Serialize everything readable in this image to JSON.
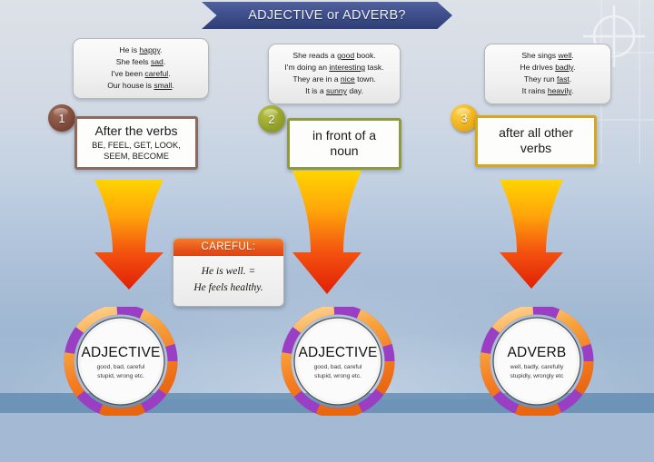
{
  "header": {
    "title": "ADJECTIVE or ADVERB?"
  },
  "colors": {
    "banner": "#3f4f8c",
    "rule1_border": "#8c6a5d",
    "rule2_border": "#8d9a3e",
    "rule3_border": "#d6a81d",
    "badge1": "#7a4434",
    "badge2": "#8c9a26",
    "badge3": "#e8a915",
    "careful_header": "#e8551a",
    "arrow_top": "#ffd200",
    "arrow_bottom": "#e82c0c",
    "circle_ring": "#f58220",
    "circle_accent": "#9a3fc4",
    "background_band": "#5b87ad"
  },
  "columns": [
    {
      "example_lines": [
        {
          "pre": "He is ",
          "mark": "happy",
          "post": "."
        },
        {
          "pre": "She feels ",
          "mark": "sad",
          "post": "."
        },
        {
          "pre": "I've been ",
          "mark": "careful",
          "post": "."
        },
        {
          "pre": "Our house is ",
          "mark": "small",
          "post": "."
        }
      ],
      "badge": "1",
      "rule_headline": "After the verbs",
      "rule_sub": "BE, FEEL, GET, LOOK,\nSEEM, BECOME",
      "result_title": "ADJECTIVE",
      "result_words": "good, bad, careful\nstupid, wrong etc."
    },
    {
      "example_lines": [
        {
          "pre": "She reads a ",
          "mark": "good",
          "post": " book."
        },
        {
          "pre": "I'm doing an ",
          "mark": "interesting",
          "post": " task."
        },
        {
          "pre": "They are in a ",
          "mark": "nice",
          "post": " town."
        },
        {
          "pre": "It is a ",
          "mark": "sunny",
          "post": " day."
        }
      ],
      "badge": "2",
      "rule_headline": "in front of a\nnoun",
      "rule_sub": "",
      "result_title": "ADJECTIVE",
      "result_words": "good, bad, careful\nstupid, wrong etc."
    },
    {
      "example_lines": [
        {
          "pre": "She sings ",
          "mark": "well",
          "post": "."
        },
        {
          "pre": "He drives ",
          "mark": "badly",
          "post": "."
        },
        {
          "pre": "They run ",
          "mark": "fast",
          "post": "."
        },
        {
          "pre": "It rains ",
          "mark": "heavily",
          "post": "."
        }
      ],
      "badge": "3",
      "rule_headline": "after all other\nverbs",
      "rule_sub": "",
      "result_title": "ADVERB",
      "result_words": "well, badly, carefully\nstupidly, wrongly etc"
    }
  ],
  "careful": {
    "header": "CAREFUL:",
    "line1": "He is well. =",
    "line2": "He feels healthy."
  },
  "icons": {
    "crosshair": "crosshair-watermark",
    "arrow": "down-arrow"
  }
}
